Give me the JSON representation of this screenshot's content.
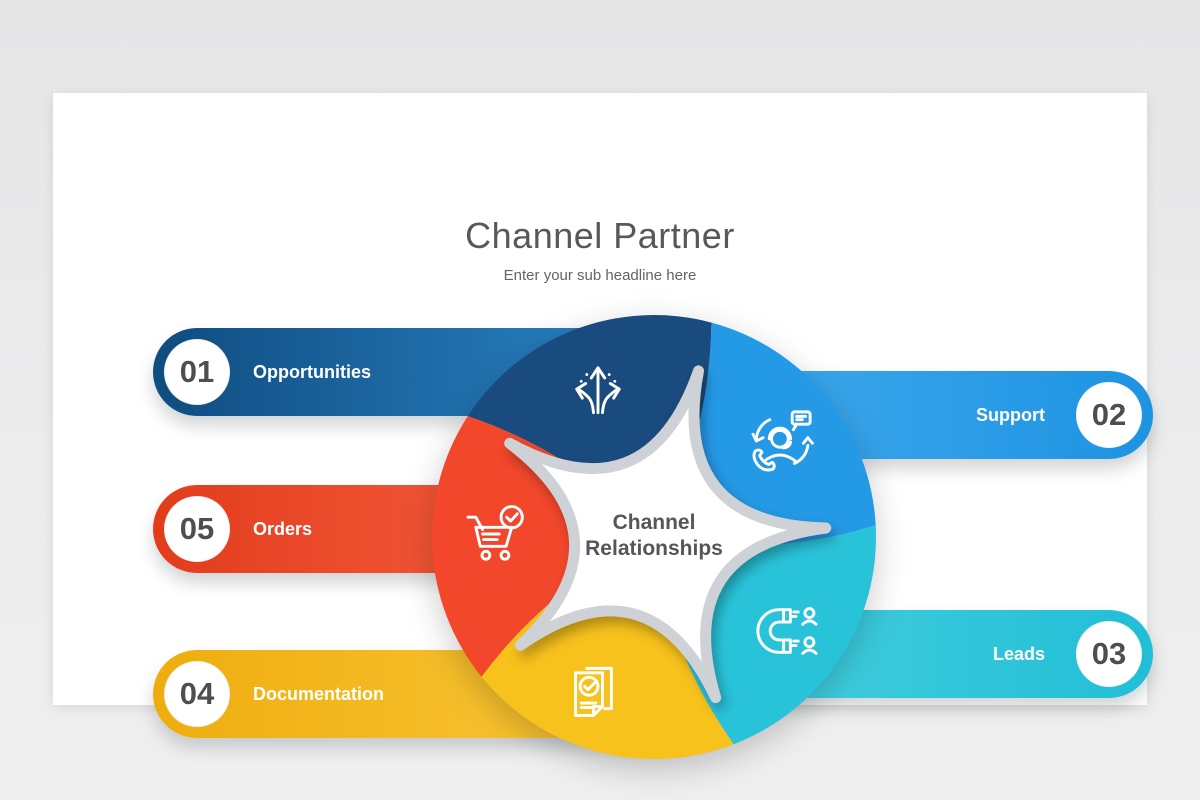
{
  "slide": {
    "title": "Channel Partner",
    "subtitle": "Enter your sub headline here",
    "center": {
      "line1": "Channel",
      "line2": "Relationships"
    },
    "items": [
      {
        "number": "01",
        "label": "Opportunities",
        "icon": "branching-arrows-icon",
        "segment_color": "#1a4b7e",
        "color_start": "#0f4c80",
        "color_end": "#2e8ace"
      },
      {
        "number": "02",
        "label": "Support",
        "icon": "support-agent-icon",
        "segment_color": "#2499e6",
        "color_start": "#45adee",
        "color_end": "#1e93e2"
      },
      {
        "number": "03",
        "label": "Leads",
        "icon": "lead-magnet-icon",
        "segment_color": "#29c3d9",
        "color_start": "#4ed2e0",
        "color_end": "#21bed6"
      },
      {
        "number": "04",
        "label": "Documentation",
        "icon": "document-check-icon",
        "segment_color": "#f8c21c",
        "color_start": "#eead0e",
        "color_end": "#fbca3e"
      },
      {
        "number": "05",
        "label": "Orders",
        "icon": "cart-check-icon",
        "segment_color": "#f2472a",
        "color_start": "#e23c1c",
        "color_end": "#fc6a4a"
      }
    ],
    "colors": {
      "background": "#e9e9ea",
      "card": "#ffffff",
      "title_text": "#57585a",
      "number_text": "#4d4e50",
      "star_fill": "#ffffff",
      "star_border": "#ced1d6",
      "icon_stroke": "#ffffff"
    }
  }
}
